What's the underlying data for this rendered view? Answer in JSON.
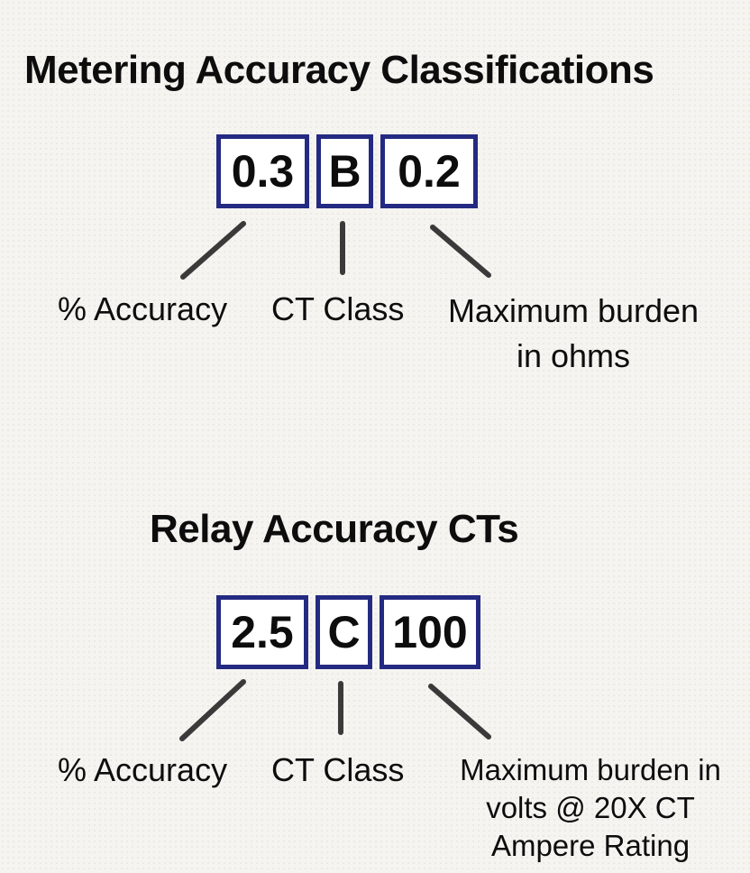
{
  "colors": {
    "background": "#f5f4f0",
    "box_border": "#242a82",
    "connector_line": "#3a3a3a",
    "text": "#0d0d0d"
  },
  "metering": {
    "title": "Metering Accuracy Classifications",
    "boxes": [
      {
        "value": "0.3"
      },
      {
        "value": "B"
      },
      {
        "value": "0.2"
      }
    ],
    "labels": {
      "accuracy": "% Accuracy",
      "ct_class": "CT Class",
      "burden_lines": [
        "Maximum burden",
        "in ohms"
      ]
    }
  },
  "relay": {
    "title": "Relay Accuracy CTs",
    "boxes": [
      {
        "value": "2.5"
      },
      {
        "value": "C"
      },
      {
        "value": "100"
      }
    ],
    "labels": {
      "accuracy": "% Accuracy",
      "ct_class": "CT Class",
      "burden_lines": [
        "Maximum burden in",
        "volts @ 20X CT",
        "Ampere Rating"
      ]
    }
  }
}
